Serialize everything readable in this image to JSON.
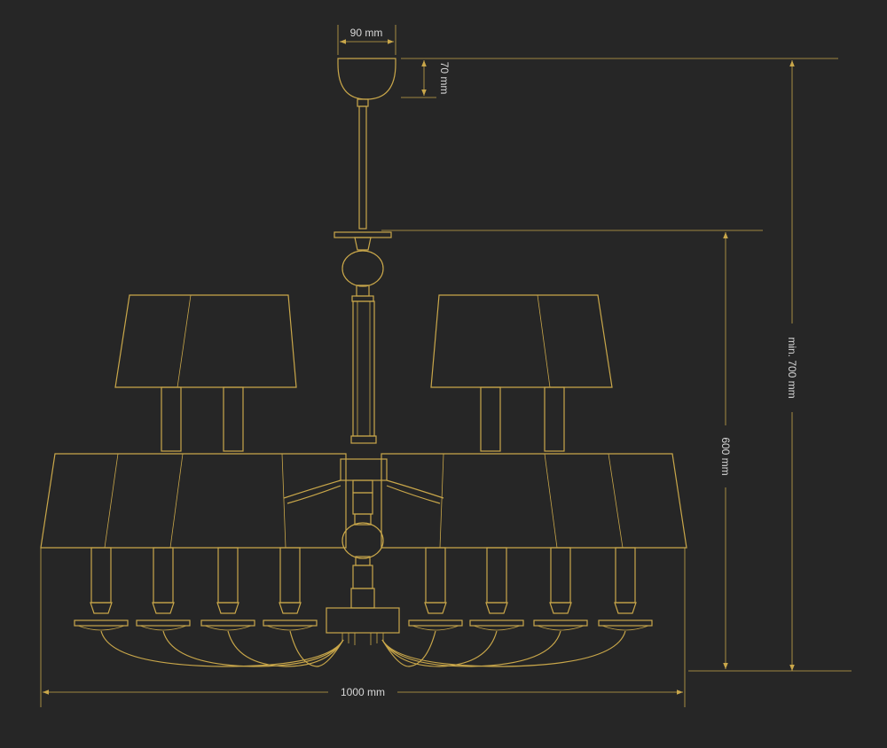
{
  "colors": {
    "background": "#262626",
    "line": "#c9a74a",
    "text": "#d8d8d8"
  },
  "dimensions": {
    "canopy_width": "90 mm",
    "canopy_height": "70 mm",
    "overall_height": "min. 700 mm",
    "body_height": "600 mm",
    "overall_width": "1000 mm"
  }
}
